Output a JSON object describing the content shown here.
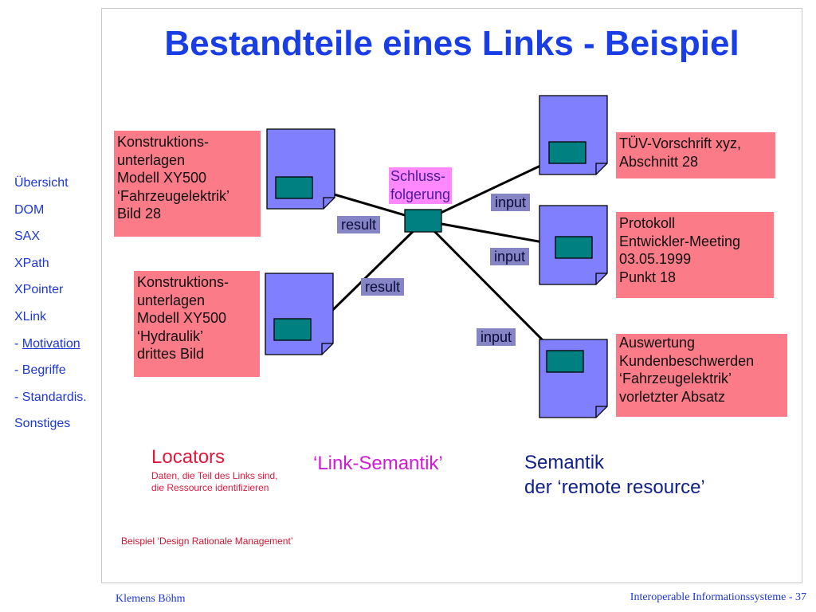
{
  "title": "Bestandteile eines Links - Beispiel",
  "nav": {
    "items": [
      {
        "prefix": "",
        "label": "Übersicht"
      },
      {
        "prefix": "",
        "label": "DOM"
      },
      {
        "prefix": "",
        "label": "SAX"
      },
      {
        "prefix": "",
        "label": "XPath"
      },
      {
        "prefix": "",
        "label": "XPointer"
      },
      {
        "prefix": "",
        "label": "XLink"
      },
      {
        "prefix": "- ",
        "label": "Motivation"
      },
      {
        "prefix": "- ",
        "label": "Begriffe"
      },
      {
        "prefix": "- ",
        "label": "Standardis."
      },
      {
        "prefix": "",
        "label": "Sonstiges"
      }
    ]
  },
  "boxes": {
    "konstr1": "Konstruktions-\nunterlagen\nModell XY500\n‘Fahrzeugelektrik’\nBild 28",
    "konstr2": "Konstruktions-\nunterlagen\nModell XY500\n‘Hydraulik’\ndrittes Bild",
    "schluss": "Schluss-\nfolgerung",
    "tuev": "TÜV-Vorschrift xyz,\nAbschnitt 28",
    "protokoll": "Protokoll\nEntwickler-Meeting\n03.05.1999\nPunkt 18",
    "auswertung": "Auswertung\nKundenbeschwerden\n‘Fahrzeugelektrik’\nvorletzter Absatz"
  },
  "tags": {
    "result1": "result",
    "result2": "result",
    "input1": "input",
    "input2": "input",
    "input3": "input"
  },
  "annotations": {
    "locators_title": "Locators",
    "locators_sub": "Daten, die Teil des Links sind,\ndie Ressource identifizieren",
    "link_semantik": "‘Link-Semantik’",
    "semantik": "Semantik\nder ‘remote resource’",
    "beispiel": "Beispiel ‘Design Rationale Management’"
  },
  "footer": {
    "author": "Klemens Böhm",
    "course": "Interoperable Informationssysteme - 37"
  },
  "colors": {
    "title": "#1a3ee6",
    "doc_fill": "#8080ff",
    "locator_fill": "#008080",
    "box_fill": "#fb7b88",
    "schluss_fill": "#ff88ff",
    "tag_fill": "#8585c6"
  }
}
